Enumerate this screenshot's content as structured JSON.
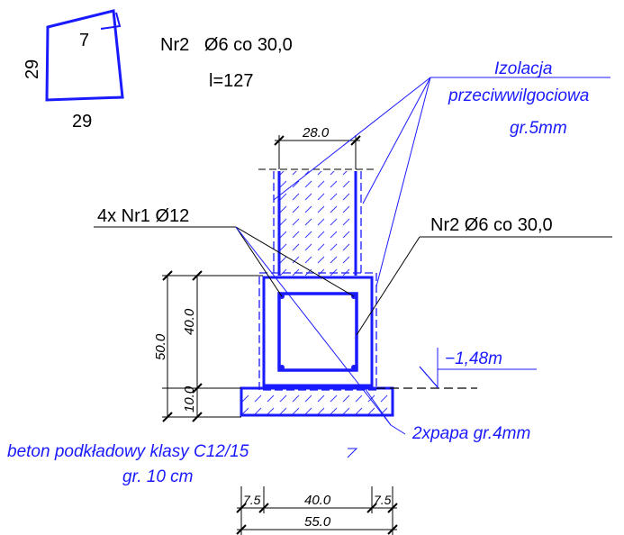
{
  "colors": {
    "line": "#000000",
    "blue": "#1a1aff",
    "hatch": "#3a3aff"
  },
  "bar_shape": {
    "side_left": "29",
    "bottom": "29",
    "hook": "7"
  },
  "bar_info": {
    "designation": "Nr2   Ø6 co 30,0",
    "length": "l=127"
  },
  "labels": {
    "insulation_1": "Izolacja",
    "insulation_2": "przeciwwilgociowa",
    "insulation_3": "gr.5mm",
    "main_bars": "4x Nr1 Ø12",
    "stirrups": "Nr2 Ø6 co 30,0",
    "level": "−1,48m",
    "tarpaper": "2xpapa gr.4mm",
    "lean_concrete_1": "beton podkładowy klasy C12/15",
    "lean_concrete_2": "gr. 10 cm"
  },
  "dimensions": {
    "wall_width": "28.0",
    "total_height": "50.0",
    "footing_height": "40.0",
    "lean_height": "10.0",
    "left_offset": "7.5",
    "footing_width": "40.0",
    "right_offset": "7.5",
    "total_width": "55.0"
  }
}
